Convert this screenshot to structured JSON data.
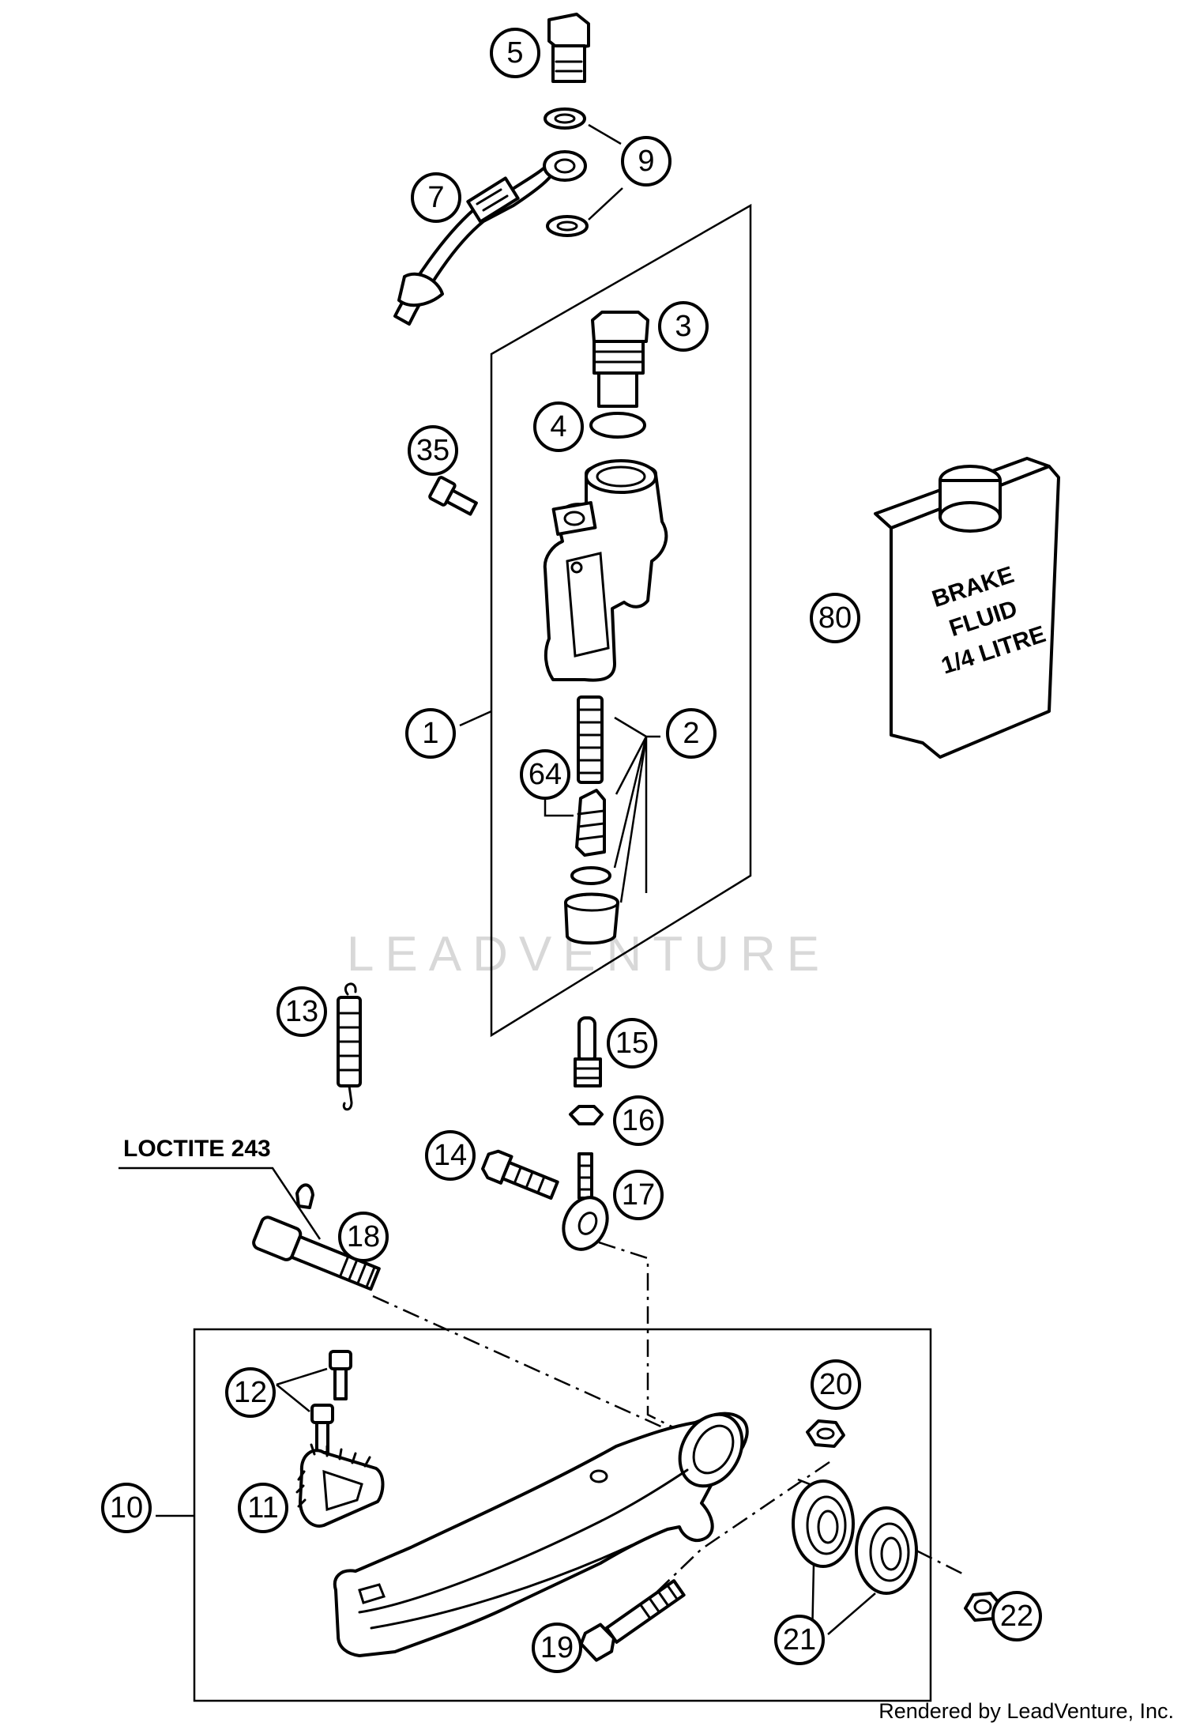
{
  "watermark": "LEADVENTURE",
  "credit": "Rendered by LeadVenture, Inc.",
  "note_loctite": "LOCTITE 243",
  "fluid_label": [
    "BRAKE",
    "FLUID",
    "1/4 LITRE"
  ],
  "callouts": {
    "c1": "1",
    "c2": "2",
    "c3": "3",
    "c4": "4",
    "c5": "5",
    "c7": "7",
    "c9": "9",
    "c10": "10",
    "c11": "11",
    "c12": "12",
    "c13": "13",
    "c14": "14",
    "c15": "15",
    "c16": "16",
    "c17": "17",
    "c18": "18",
    "c19": "19",
    "c20": "20",
    "c21": "21",
    "c22": "22",
    "c35": "35",
    "c64": "64",
    "c80": "80"
  }
}
